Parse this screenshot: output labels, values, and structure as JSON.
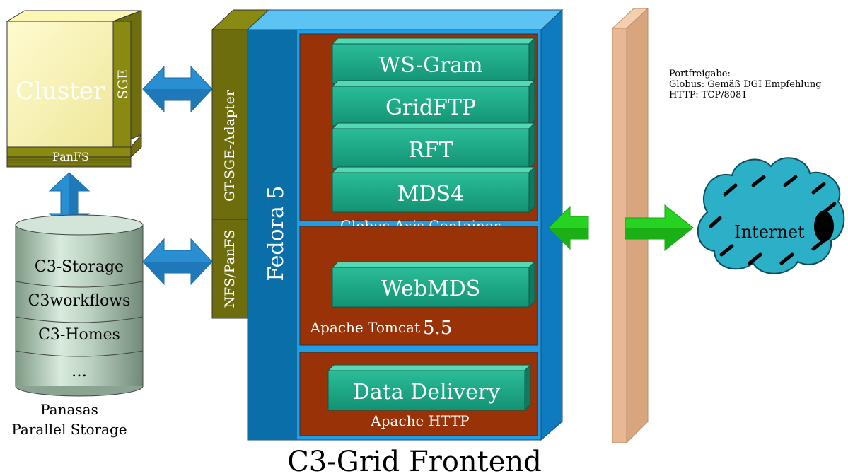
{
  "cluster": {
    "label": "Cluster",
    "sge": "SGE",
    "panfs": "PanFS"
  },
  "storage": {
    "items": [
      "C3-Storage",
      "C3workflows",
      "C3-Homes",
      "…"
    ],
    "caption_line1": "Panasas",
    "caption_line2": "Parallel Storage"
  },
  "adapters": {
    "gt_sge": "GT-SGE-Adapter",
    "nfs_panfs": "NFS/PanFS"
  },
  "frontend": {
    "os_label": "Fedora 5",
    "title": "C3-Grid Frontend",
    "containers": [
      {
        "label": "Globus Axis Container",
        "services": [
          "WS-Gram",
          "GridFTP",
          "RFT",
          "MDS4"
        ]
      },
      {
        "label_main": "Apache Tomcat ",
        "label_version": "5.5",
        "services": [
          "WebMDS"
        ]
      },
      {
        "label": "Apache HTTP",
        "services": [
          "Data Delivery"
        ]
      }
    ]
  },
  "ports_note": {
    "line1": "Portfreigabe:",
    "line2": "Globus: Gemäß DGI Empfehlung",
    "line3": "HTTP: TCP/8081"
  },
  "internet": {
    "label": "Internet"
  },
  "colors": {
    "service_face": "#1fa786",
    "service_top": "#55d9b5",
    "container": "#9a3208",
    "frontend_front": "#1d9ee6",
    "frontend_side": "#0a6fb0",
    "firewall": "#e8b894",
    "arrow_blue": "#2a8fd2",
    "arrow_green": "#27d321",
    "cloud": "#2bb0c7"
  }
}
